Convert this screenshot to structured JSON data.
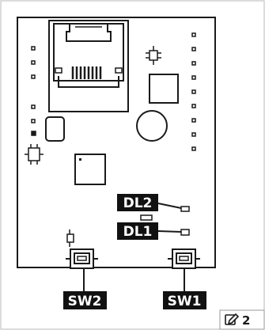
{
  "labels": {
    "dl2": "DL2",
    "dl1": "DL1",
    "sw2": "SW2",
    "sw1": "SW1"
  },
  "figure_ref": {
    "number": "2",
    "icon": "pencil-edit-icon"
  },
  "colors": {
    "line": "#1a1a1a",
    "tag_bg": "#111111",
    "tag_text": "#ffffff",
    "board": "#ffffff"
  }
}
